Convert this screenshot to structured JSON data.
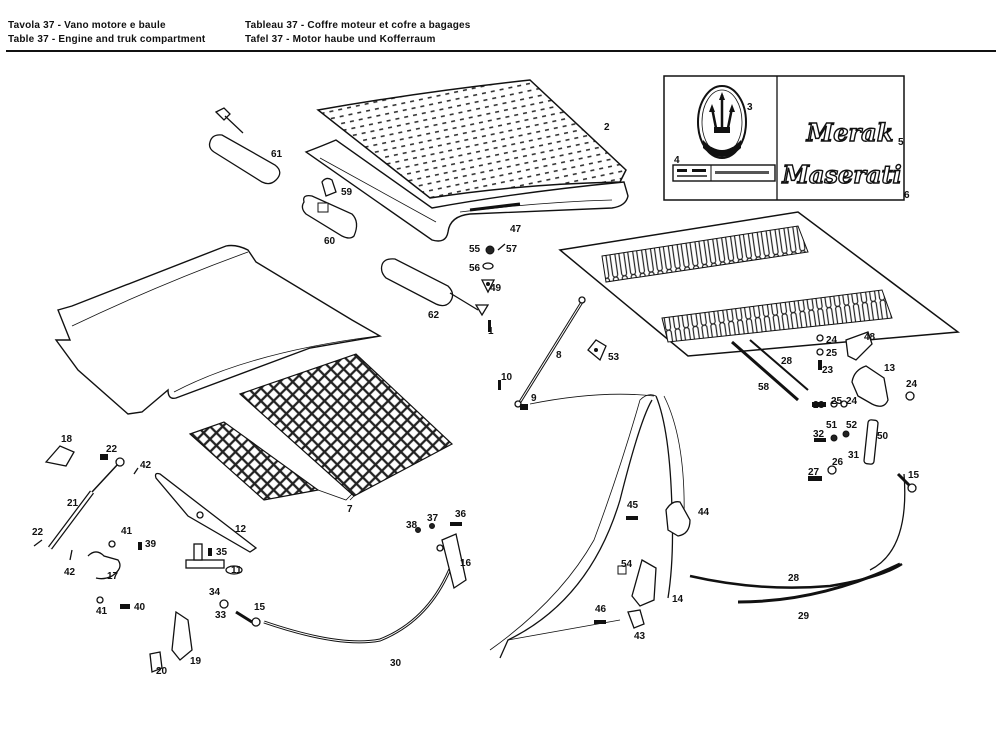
{
  "header": {
    "line1_left": "Tavola  37 - Vano motore e baule",
    "line2_left": "Table    37 - Engine and truk compartment",
    "line1_right": "Tableau 37 - Coffre moteur et cofre a bagages",
    "line2_right": "Tafel      37 - Motor haube und Kofferraum"
  },
  "badges": {
    "merak_script": "Merak",
    "maserati_script": "Maserati",
    "emblem_text": "MASERATI"
  },
  "parts": [
    {
      "id": "p1",
      "label": "1"
    },
    {
      "id": "p2",
      "label": "2"
    },
    {
      "id": "p3",
      "label": "3"
    },
    {
      "id": "p4",
      "label": "4"
    },
    {
      "id": "p5",
      "label": "5"
    },
    {
      "id": "p6",
      "label": "6"
    },
    {
      "id": "p7",
      "label": "7"
    },
    {
      "id": "p8",
      "label": "8"
    },
    {
      "id": "p9",
      "label": "9"
    },
    {
      "id": "p10",
      "label": "10"
    },
    {
      "id": "p11",
      "label": "11"
    },
    {
      "id": "p12",
      "label": "12"
    },
    {
      "id": "p13",
      "label": "13"
    },
    {
      "id": "p14",
      "label": "14"
    },
    {
      "id": "p15a",
      "label": "15"
    },
    {
      "id": "p15b",
      "label": "15"
    },
    {
      "id": "p16",
      "label": "16"
    },
    {
      "id": "p17",
      "label": "17"
    },
    {
      "id": "p18",
      "label": "18"
    },
    {
      "id": "p19",
      "label": "19"
    },
    {
      "id": "p20",
      "label": "20"
    },
    {
      "id": "p21",
      "label": "21"
    },
    {
      "id": "p22a",
      "label": "22"
    },
    {
      "id": "p22b",
      "label": "22"
    },
    {
      "id": "p23a",
      "label": "23"
    },
    {
      "id": "p23b",
      "label": "23"
    },
    {
      "id": "p24a",
      "label": "24"
    },
    {
      "id": "p24b",
      "label": "24"
    },
    {
      "id": "p24c",
      "label": "24"
    },
    {
      "id": "p25a",
      "label": "25"
    },
    {
      "id": "p25b",
      "label": "25"
    },
    {
      "id": "p26",
      "label": "26"
    },
    {
      "id": "p27",
      "label": "27"
    },
    {
      "id": "p28a",
      "label": "28"
    },
    {
      "id": "p28b",
      "label": "28"
    },
    {
      "id": "p29",
      "label": "29"
    },
    {
      "id": "p30",
      "label": "30"
    },
    {
      "id": "p31",
      "label": "31"
    },
    {
      "id": "p32",
      "label": "32"
    },
    {
      "id": "p33",
      "label": "33"
    },
    {
      "id": "p34",
      "label": "34"
    },
    {
      "id": "p35",
      "label": "35"
    },
    {
      "id": "p36",
      "label": "36"
    },
    {
      "id": "p37",
      "label": "37"
    },
    {
      "id": "p38",
      "label": "38"
    },
    {
      "id": "p39",
      "label": "39"
    },
    {
      "id": "p40",
      "label": "40"
    },
    {
      "id": "p41a",
      "label": "41"
    },
    {
      "id": "p41b",
      "label": "41"
    },
    {
      "id": "p42a",
      "label": "42"
    },
    {
      "id": "p42b",
      "label": "42"
    },
    {
      "id": "p43",
      "label": "43"
    },
    {
      "id": "p44",
      "label": "44"
    },
    {
      "id": "p45",
      "label": "45"
    },
    {
      "id": "p46",
      "label": "46"
    },
    {
      "id": "p47",
      "label": "47"
    },
    {
      "id": "p48",
      "label": "48"
    },
    {
      "id": "p49",
      "label": "49"
    },
    {
      "id": "p50",
      "label": "50"
    },
    {
      "id": "p51",
      "label": "51"
    },
    {
      "id": "p52",
      "label": "52"
    },
    {
      "id": "p53",
      "label": "53"
    },
    {
      "id": "p54",
      "label": "54"
    },
    {
      "id": "p55",
      "label": "55"
    },
    {
      "id": "p56",
      "label": "56"
    },
    {
      "id": "p57",
      "label": "57"
    },
    {
      "id": "p58",
      "label": "58"
    },
    {
      "id": "p59",
      "label": "59"
    },
    {
      "id": "p60",
      "label": "60"
    },
    {
      "id": "p61",
      "label": "61"
    },
    {
      "id": "p62",
      "label": "62"
    }
  ]
}
